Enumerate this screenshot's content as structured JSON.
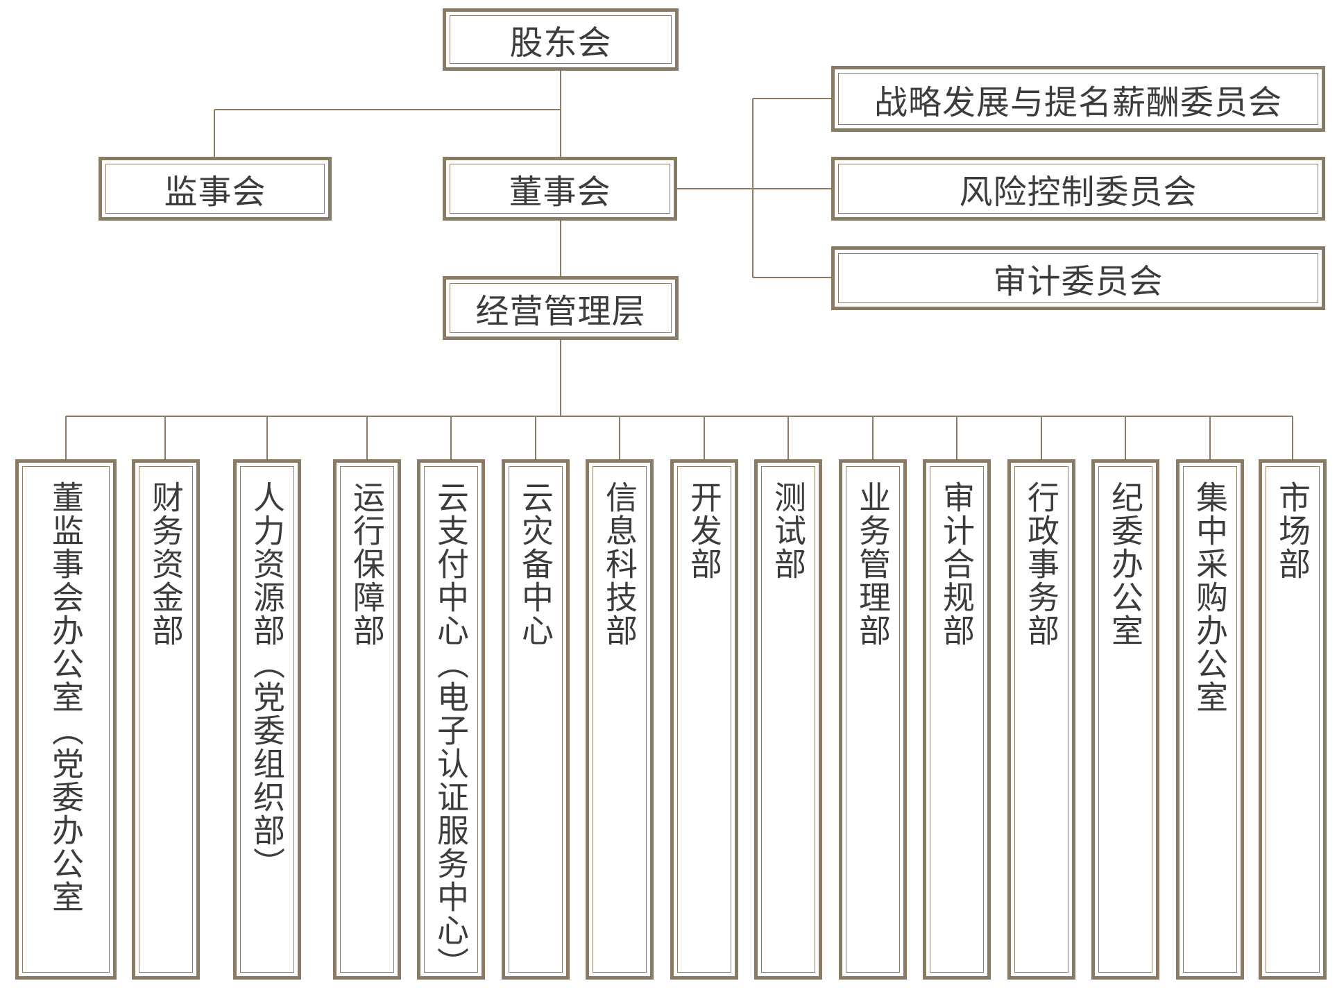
{
  "colors": {
    "frame": "#8a7b66",
    "text": "#3c3c3c",
    "background": "#ffffff"
  },
  "top": {
    "shareholders": "股东会",
    "supervisory_board": "监事会",
    "board_of_directors": "董事会",
    "management": "经营管理层"
  },
  "committees": [
    "战略发展与提名薪酬委员会",
    "风险控制委员会",
    "审计委员会"
  ],
  "departments": [
    "董监事会办公室（党委办公室",
    "财务资金部",
    "人力资源部（党委组织部）",
    "运行保障部",
    "云支付中心（电子认证服务中心）",
    "云灾备中心",
    "信息科技部",
    "开发部",
    "测试部",
    "业务管理部",
    "审计合规部",
    "行政事务部",
    "纪委办公室",
    "集中采购办公室",
    "市场部"
  ]
}
